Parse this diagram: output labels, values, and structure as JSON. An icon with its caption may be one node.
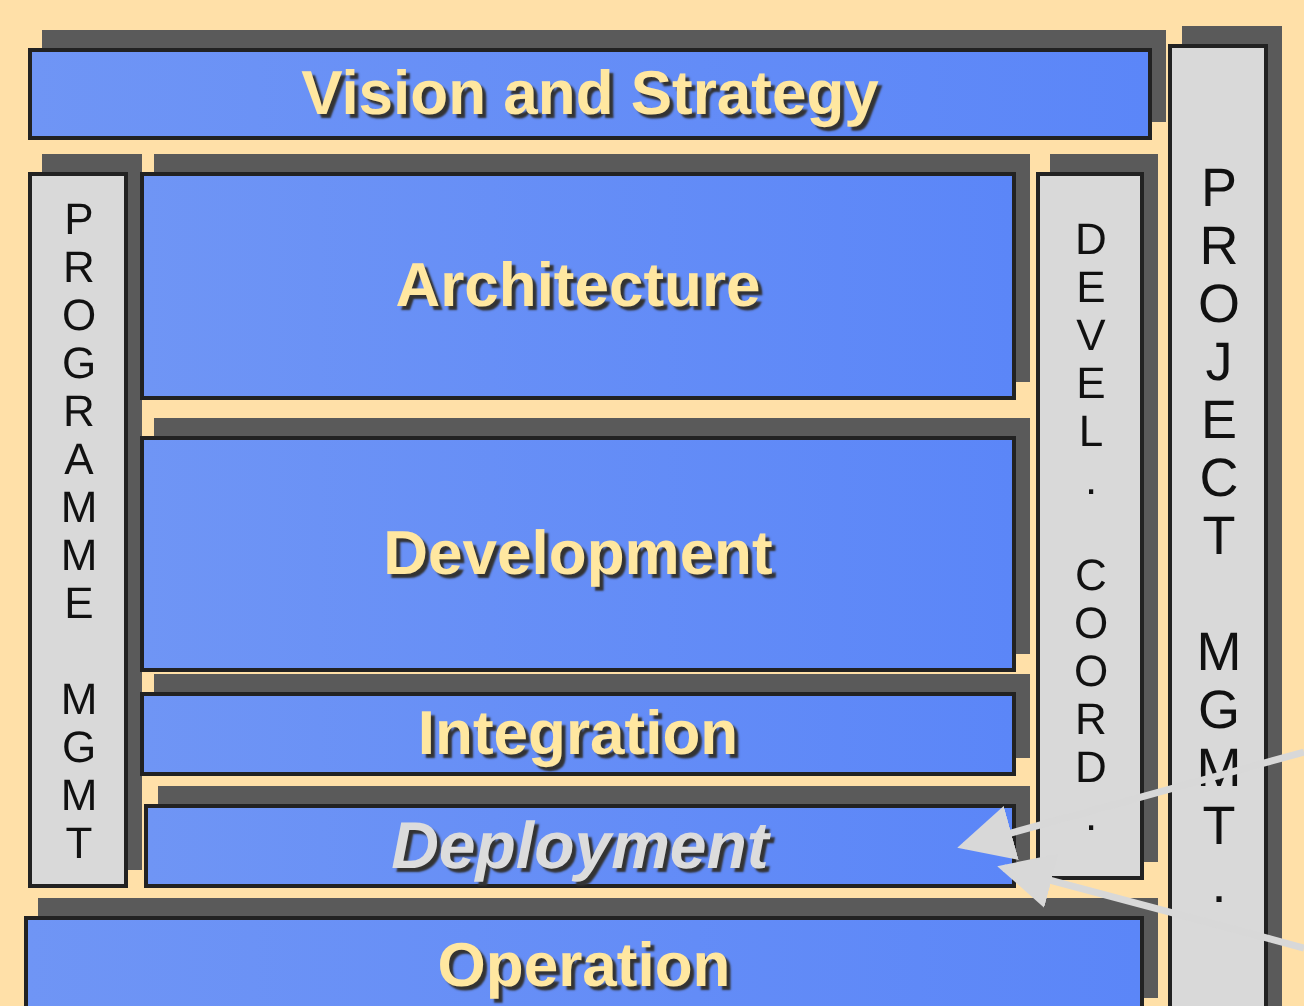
{
  "diagram": {
    "nodes": [
      {
        "text": [
          "Vision  and Strategy"
        ]
      },
      {
        "text": [
          "PROGRAMME MGMT"
        ]
      },
      {
        "text": [
          "Architecture"
        ]
      },
      {
        "text": [
          "Development"
        ]
      },
      {
        "text": [
          "Integration"
        ]
      },
      {
        "text": [
          "Deployment"
        ]
      },
      {
        "text": [
          "Operation"
        ]
      },
      {
        "text": [
          "DEVEL. COORD."
        ]
      },
      {
        "text": [
          "PROJECT MGMT."
        ]
      }
    ],
    "edges": [
      {
        "from": null,
        "to": 5,
        "arrow": "to"
      },
      {
        "from": null,
        "to": 5,
        "arrow": "to"
      }
    ]
  }
}
